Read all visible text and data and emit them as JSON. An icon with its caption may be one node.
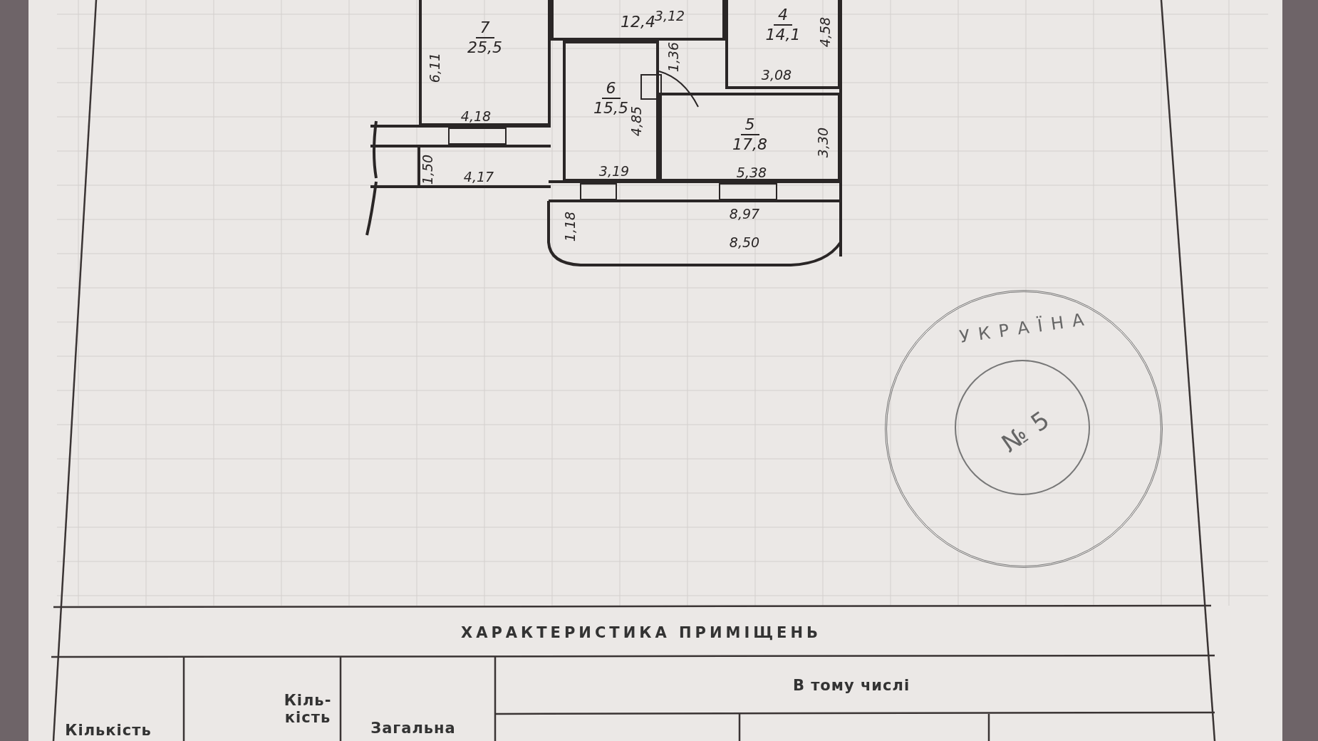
{
  "diagram": {
    "nodes": [
      {
        "text": [
          "7",
          "25,5"
        ]
      },
      {
        "text": [
          "12,4"
        ]
      },
      {
        "text": [
          "4",
          "14,1"
        ]
      },
      {
        "text": [
          "6",
          "15,5"
        ]
      },
      {
        "text": [
          "5",
          "17,8"
        ]
      },
      {
        "text": [
          "УКРАЇНА",
          "№ 5"
        ]
      }
    ],
    "edges": [],
    "labels": [
      "3,12",
      "4,58",
      "6,11",
      "1,36",
      "3,08",
      "4,18",
      "4,85",
      "3,30",
      "1,50",
      "4,17",
      "3,19",
      "5,38",
      "8,97",
      "1,18",
      "8,50",
      "ХАРАКТЕРИСТИКА ПРИМІЩЕНЬ",
      "В тому числі",
      "Кіль- кість",
      "Кількість",
      "Загальна"
    ]
  }
}
